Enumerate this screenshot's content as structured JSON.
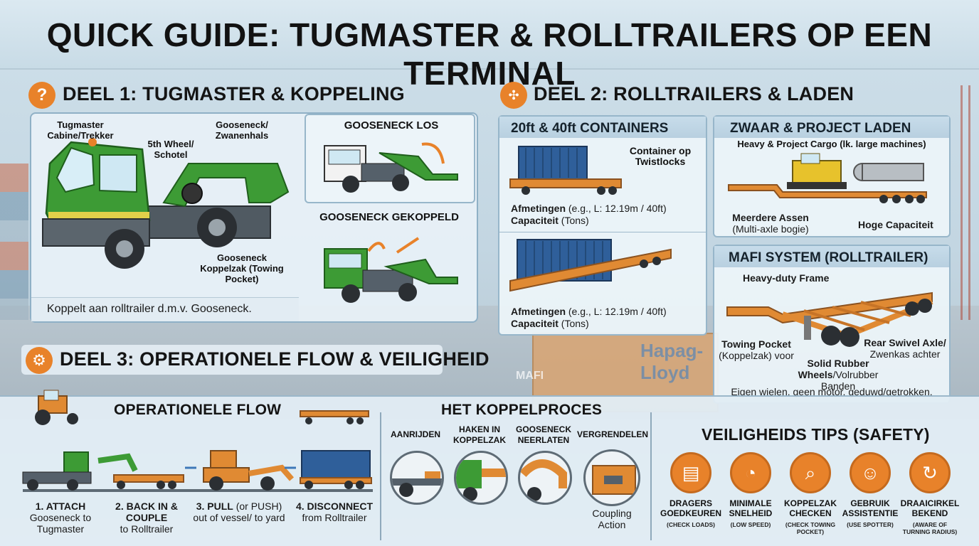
{
  "title": "QUICK GUIDE: TUGMASTER & ROLLTRAILERS OP EEN TERMINAL",
  "colors": {
    "accent_orange": "#e8822a",
    "tug_green": "#3d9b35",
    "trailer_orange": "#e08a33",
    "container_blue": "#2f5f9a",
    "panel_border": "#8fb0c6"
  },
  "background": {
    "container_brand": "Hapag-Lloyd",
    "trailer_brand": "MAFI"
  },
  "deel1": {
    "icon": "question-icon",
    "icon_glyph": "?",
    "heading": "DEEL 1: TUGMASTER & KOPPELING",
    "label_cabine": "Tugmaster Cabine/Trekker",
    "label_wheel": "5th Wheel/ Schotel",
    "label_gooseneck": "Gooseneck/ Zwanenhals",
    "label_koppelzak": "Gooseneck Koppelzak (Towing Pocket)",
    "caption": "Koppelt aan rolltrailer d.m.v. Gooseneck.",
    "los_title": "GOOSENECK LOS",
    "gekoppeld_title": "GOOSENECK GEKOPPELD"
  },
  "deel2": {
    "icon": "expand-arrows-icon",
    "heading": "DEEL 2: ROLLTRAILERS & LADEN",
    "containers": {
      "title": "20ft & 40ft CONTAINERS",
      "label_twistlocks": "Container op Twistlocks",
      "dim_1_bold": "Afmetingen",
      "dim_1_rest": " (e.g., L: 12.19m / 40ft)",
      "cap_1_bold": "Capaciteit",
      "cap_1_rest": " (Tons)",
      "dim_2_bold": "Afmetingen",
      "dim_2_rest": " (e.g., L: 12.19m / 40ft)",
      "cap_2_bold": "Capaciteit",
      "cap_2_rest": " (Tons)"
    },
    "zwaar": {
      "title": "ZWAAR & PROJECT LADEN",
      "subtitle": "Heavy & Project Cargo (lk. large machines)",
      "label_assen_bold": "Meerdere Assen",
      "label_assen_rest": "(Multi-axle bogie)",
      "label_capaciteit": "Hoge Capaciteit"
    },
    "mafi": {
      "title": "MAFI SYSTEM (ROLLTRAILER)",
      "label_frame": "Heavy-duty Frame",
      "label_pocket_bold": "Towing Pocket",
      "label_pocket_rest": "(Koppelzak) voor",
      "label_rubber_bold1": "Solid Rubber",
      "label_rubber_bold2": "Wheels",
      "label_rubber_rest": "/Volrubber Banden",
      "label_swivel_bold": "Rear Swivel Axle/",
      "label_swivel_rest": "Zwenkas achter",
      "caption": "Eigen wielen, geen motor, geduwd/getrokken."
    }
  },
  "deel3": {
    "icon": "gear-icon",
    "heading": "DEEL 3: OPERATIONELE FLOW & VEILIGHEID",
    "flow": {
      "title": "OPERATIONELE FLOW",
      "steps": [
        {
          "bold": "1. ATTACH",
          "rest": "Gooseneck to Tugmaster"
        },
        {
          "bold": "2. BACK IN & COUPLE",
          "rest": "to Rolltrailer"
        },
        {
          "bold": "3. PULL",
          "mid": " (or PUSH)",
          "rest": "out of vessel/ to yard"
        },
        {
          "bold": "4. DISCONNECT",
          "rest": "from Rolltrailer"
        }
      ]
    },
    "koppel": {
      "title": "HET KOPPELPROCES",
      "steps": [
        "AANRIJDEN",
        "HAKEN IN KOPPELZAK",
        "GOOSENECK NEERLATEN",
        "VERGRENDELEN"
      ],
      "caption": "Coupling Action"
    },
    "safety": {
      "title": "VEILIGHEIDS TIPS (SAFETY)",
      "tips": [
        {
          "title": "DRAGERS GOEDKEUREN",
          "sub": "(CHECK LOADS)",
          "icon": "supports-icon"
        },
        {
          "title": "MINIMALE SNELHEID",
          "sub": "(LOW SPEED)",
          "icon": "speedometer-icon"
        },
        {
          "title": "KOPPELZAK CHECKEN",
          "sub": "(CHECK TOWING POCKET)",
          "icon": "inspect-pocket-icon"
        },
        {
          "title": "GEBRUIK ASSISTENTIE",
          "sub": "(USE SPOTTER)",
          "icon": "spotter-icon"
        },
        {
          "title": "DRAAICIRKEL BEKEND",
          "sub": "(AWARE OF TURNING RADIUS)",
          "icon": "turning-radius-icon"
        }
      ]
    }
  }
}
